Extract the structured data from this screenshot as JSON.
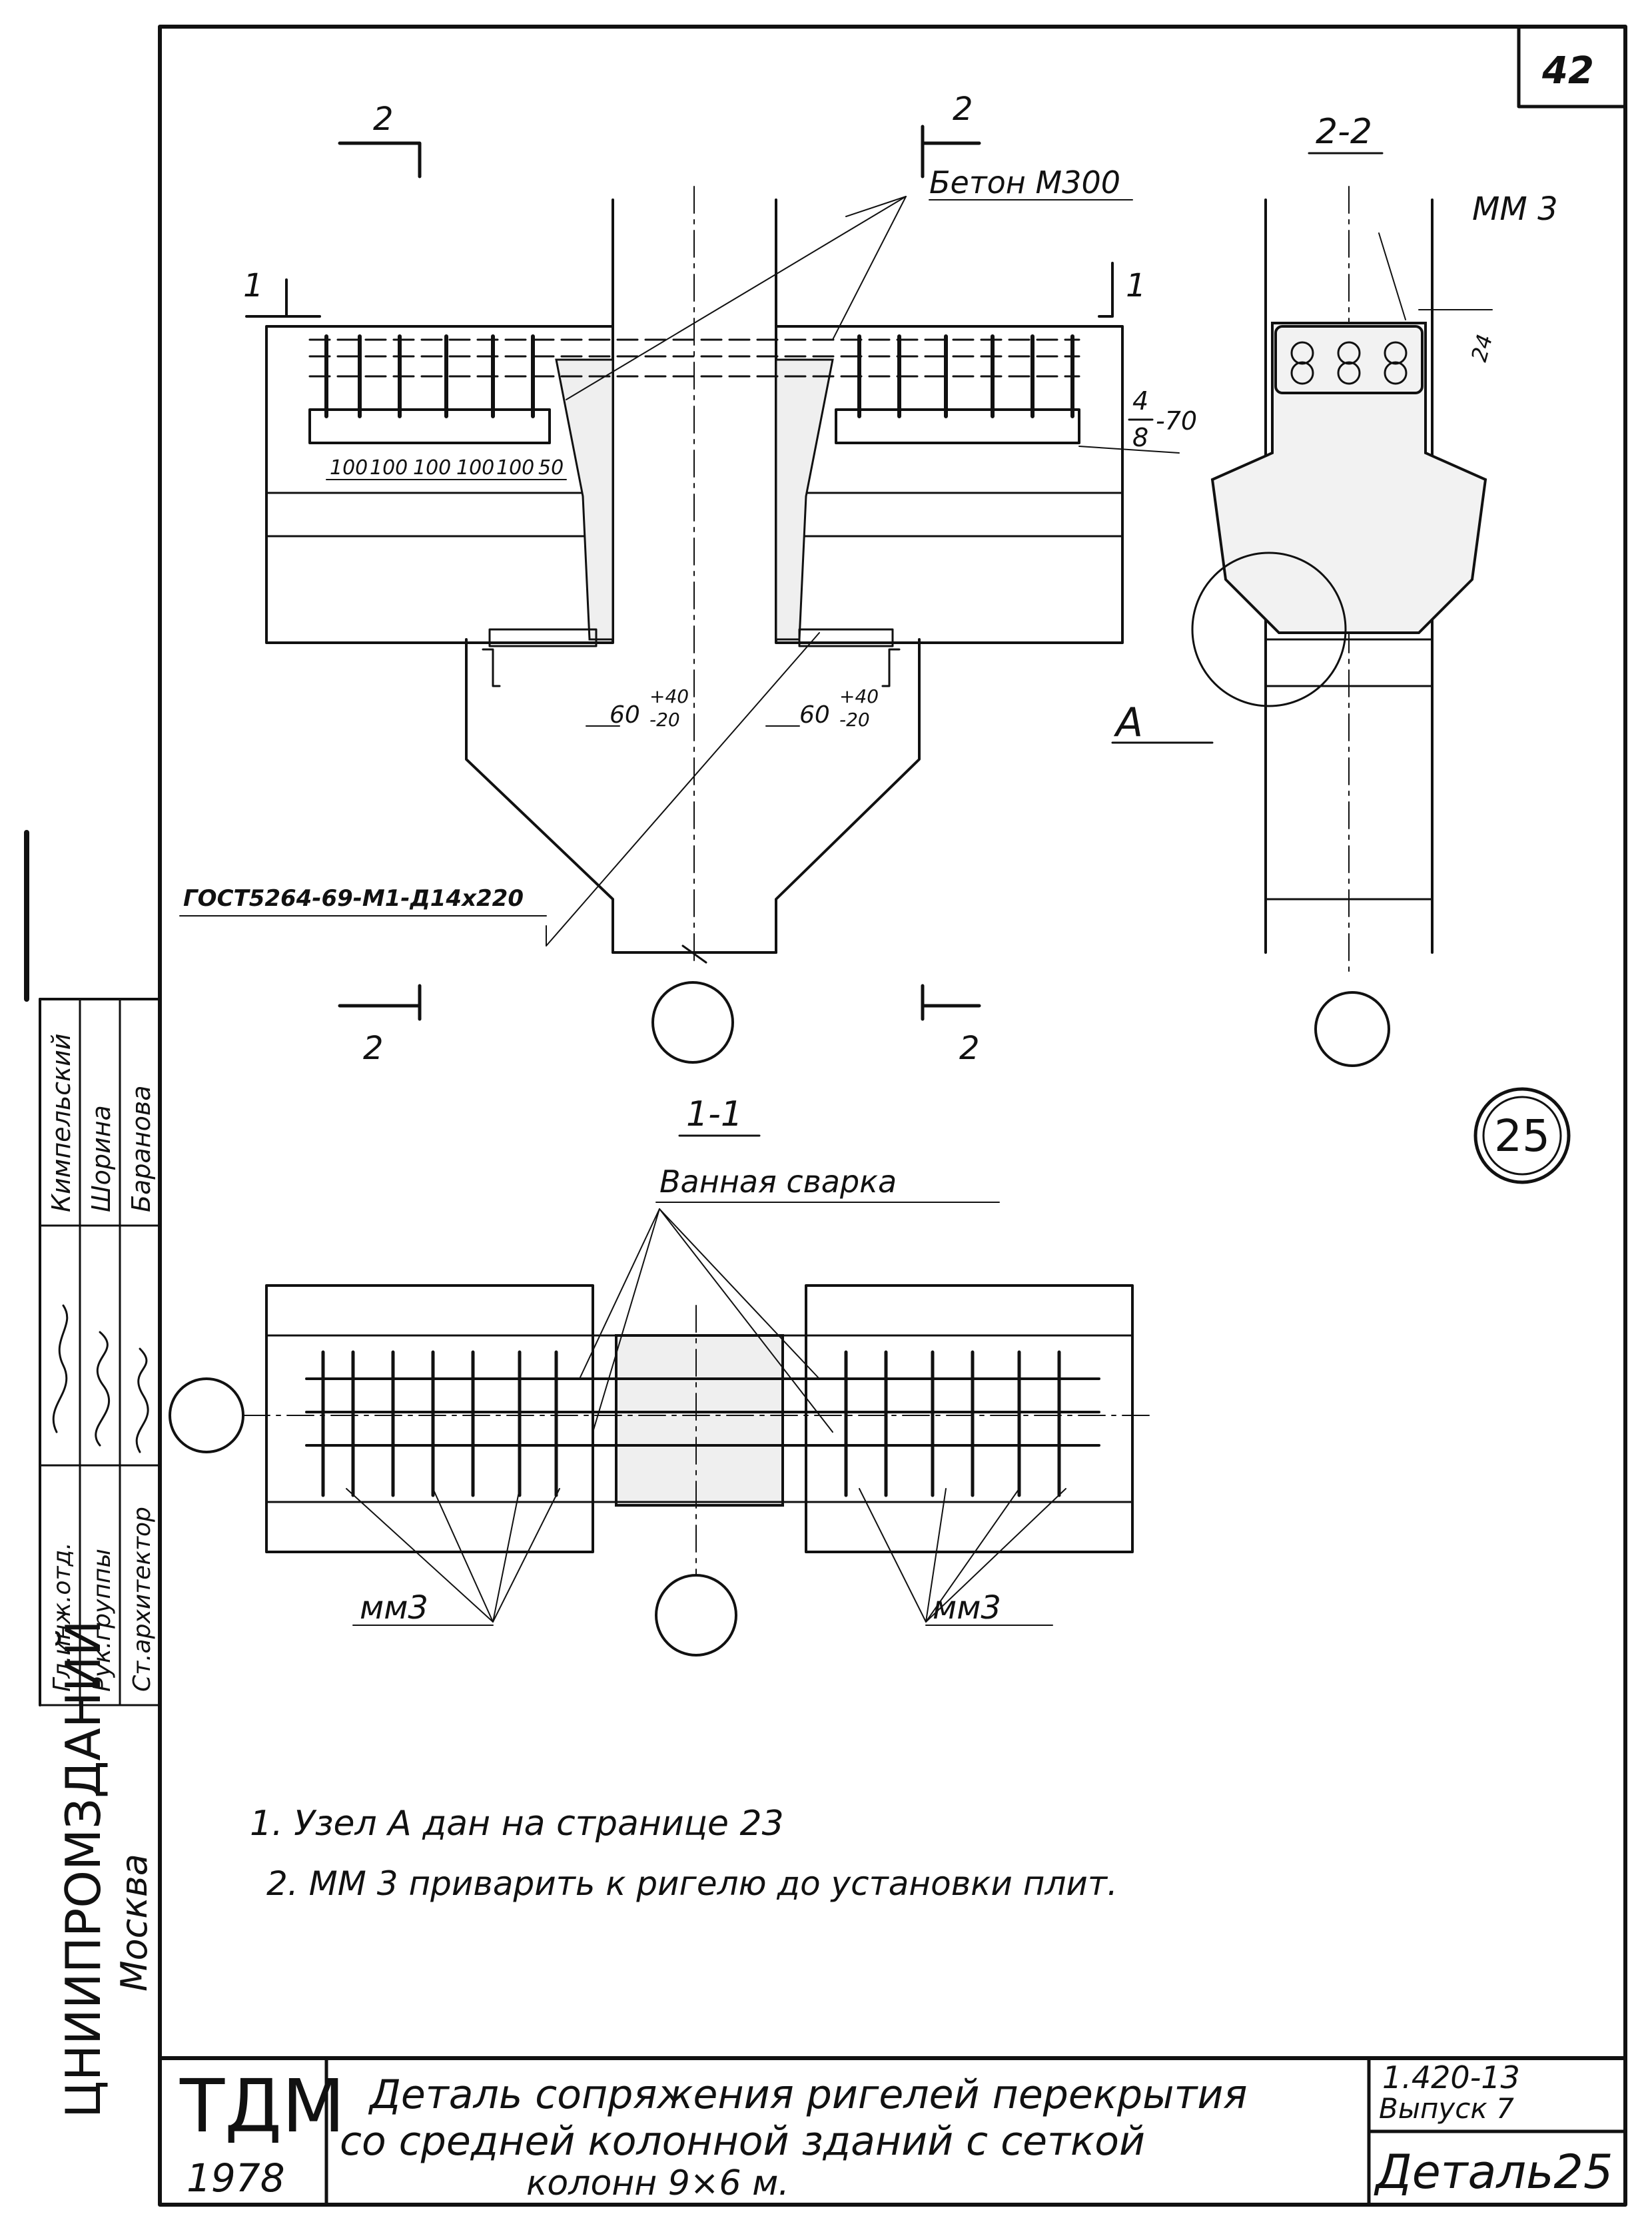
{
  "sheet": {
    "page_number": "42",
    "detail_badge": "25"
  },
  "callouts": {
    "concrete": "Бетон М300",
    "weld_label": "4\n8-70",
    "weld_top": "4",
    "weld_bottom": "8",
    "weld_len": "-70",
    "mm3": "ММ 3",
    "mm3_left": "мм3",
    "mm3_right": "мм3",
    "bath_welding": "Ванная сварка",
    "gost": "ГОСТ5264-69-М1-Д14х220",
    "node": "А",
    "dim_24": "24",
    "dim_spacing": [
      "100",
      "100",
      "100",
      "100",
      "100",
      "50"
    ],
    "dim_gap": "60",
    "dim_tol_plus": "+40",
    "dim_tol_minus": "-20"
  },
  "sections": {
    "cut_1": "1",
    "cut_2": "2",
    "view_2_2": "2-2",
    "view_1_1": "1-1"
  },
  "notes": {
    "note1": "1. Узел А дан на странице 23",
    "note2": "2. ММ 3   приварить к ригелю до установки плит."
  },
  "side_block": {
    "org_name": "ЦНИИПРОМЗДАНИЙ",
    "city": "Москва",
    "roles": [
      "Гл.инж.отд.",
      "Рук.группы",
      "Ст.архитектор"
    ],
    "names": [
      "Кимпельский",
      "Шорина",
      "Баранова"
    ]
  },
  "title_block": {
    "series": "ТДМ",
    "year": "1978",
    "title_line1": "Деталь сопряжения ригелей перекрытия",
    "title_line2": "со средней колонной зданий с сеткой",
    "title_line3": "колонн 9×6 м.",
    "doc_code": "1.420-13",
    "issue": "Выпуск 7",
    "detail": "Деталь25"
  }
}
